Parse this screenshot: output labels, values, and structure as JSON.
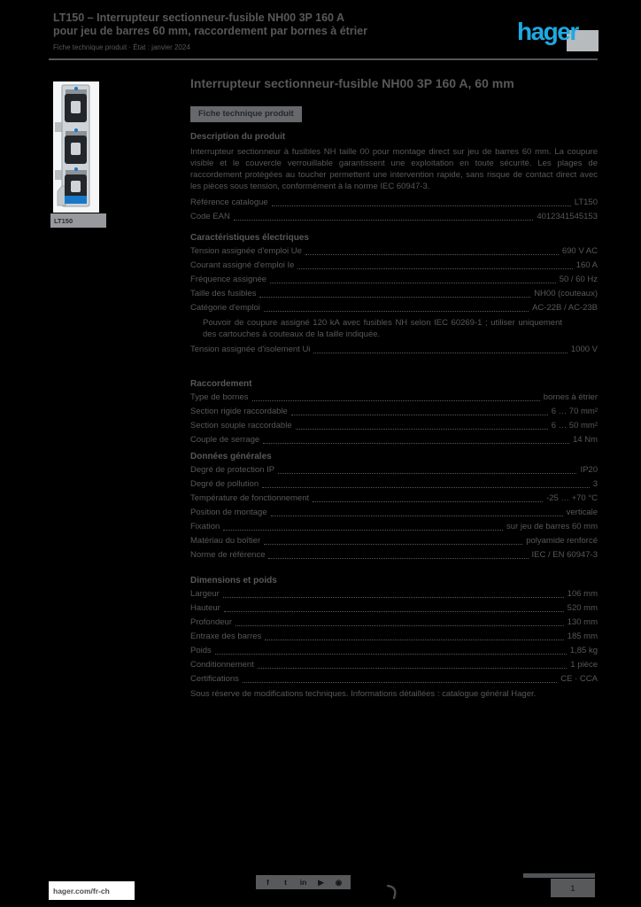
{
  "colors": {
    "background": "#000000",
    "text": "#57585a",
    "accent_blue": "#1fa9e1",
    "badge_bg": "#66686b",
    "strip_grey": "#58595b",
    "label_blue": "#1878c8",
    "white": "#ffffff"
  },
  "header": {
    "title_line1": "LT150 – Interrupteur sectionneur-fusible NH00 3P 160 A",
    "title_line2": "pour jeu de barres 60 mm, raccordement par bornes à étrier",
    "meta_line": "Fiche technique produit · État : janvier 2024",
    "logo_text": "hager"
  },
  "product_image": {
    "caption": "LT150"
  },
  "main": {
    "title": "Interrupteur sectionneur-fusible NH00 3P 160 A, 60 mm",
    "badge": "Fiche technique produit",
    "sections": [
      {
        "header": "Description du produit",
        "type": "paragraph",
        "text": "Interrupteur sectionneur à fusibles NH taille 00 pour montage direct sur jeu de barres 60 mm. La coupure visible et le couvercle verrouillable garantissent une exploitation en toute sécurité. Les plages de raccordement protégées au toucher permettent une intervention rapide, sans risque de contact direct avec les pièces sous tension, conformément à la norme IEC 60947-3."
      },
      {
        "header": null,
        "type": "specs",
        "rows": [
          {
            "label": "Référence catalogue",
            "value": "LT150"
          },
          {
            "label": "Code EAN",
            "value": "4012341545153"
          }
        ]
      },
      {
        "header": "Caractéristiques électriques",
        "type": "specs",
        "rows": [
          {
            "label": "Tension assignée d'emploi Ue",
            "value": "690 V AC"
          },
          {
            "label": "Courant assigné d'emploi Ie",
            "value": "160 A"
          },
          {
            "label": "Fréquence assignée",
            "value": "50 / 60 Hz"
          },
          {
            "label": "Taille des fusibles",
            "value": "NH00 (couteaux)"
          },
          {
            "label": "Catégorie d'emploi",
            "value": "AC-22B / AC-23B"
          },
          {
            "note": "Pouvoir de coupure assigné 120 kA avec fusibles NH selon IEC 60269-1 ; utiliser uniquement des cartouches à couteaux de la taille indiquée."
          },
          {
            "label": "Tension assignée d'isolement Ui",
            "value": "1000 V"
          }
        ]
      },
      {
        "header": "Raccordement",
        "type": "specs",
        "rows": [
          {
            "label": "Type de bornes",
            "value": "bornes à étrier"
          },
          {
            "label": "Section rigide raccordable",
            "value": "6 … 70 mm²"
          },
          {
            "label": "Section souple raccordable",
            "value": "6 … 50 mm²"
          },
          {
            "label": "Couple de serrage",
            "value": "14 Nm"
          }
        ]
      },
      {
        "header": "Données générales",
        "type": "specs",
        "rows": [
          {
            "label": "Degré de protection IP",
            "value": "IP20"
          },
          {
            "label": "Degré de pollution",
            "value": "3"
          },
          {
            "label": "Température de fonctionnement",
            "value": "-25 … +70 °C"
          },
          {
            "label": "Position de montage",
            "value": "verticale"
          },
          {
            "label": "Fixation",
            "value": "sur jeu de barres 60 mm"
          },
          {
            "label": "Matériau du boîtier",
            "value": "polyamide renforcé"
          },
          {
            "label": "Norme de référence",
            "value": "IEC / EN 60947-3"
          }
        ]
      },
      {
        "header": "Dimensions et poids",
        "type": "specs",
        "rows": [
          {
            "label": "Largeur",
            "value": "106 mm"
          },
          {
            "label": "Hauteur",
            "value": "520 mm"
          },
          {
            "label": "Profondeur",
            "value": "130 mm"
          },
          {
            "label": "Entraxe des barres",
            "value": "185 mm"
          },
          {
            "label": "Poids",
            "value": "1,85 kg"
          },
          {
            "label": "Conditionnement",
            "value": "1 pièce"
          },
          {
            "label": "Certifications",
            "value": "CE · CCA"
          }
        ]
      }
    ],
    "footnote": "Sous réserve de modifications techniques. Informations détaillées : catalogue général Hager."
  },
  "footer": {
    "website": "hager.com/fr-ch",
    "social_icons": [
      {
        "name": "facebook-icon",
        "glyph": "f"
      },
      {
        "name": "twitter-icon",
        "glyph": "t"
      },
      {
        "name": "linkedin-icon",
        "glyph": "in"
      },
      {
        "name": "youtube-icon",
        "glyph": "▶"
      },
      {
        "name": "instagram-icon",
        "glyph": "◉"
      }
    ],
    "page_label": "1"
  }
}
